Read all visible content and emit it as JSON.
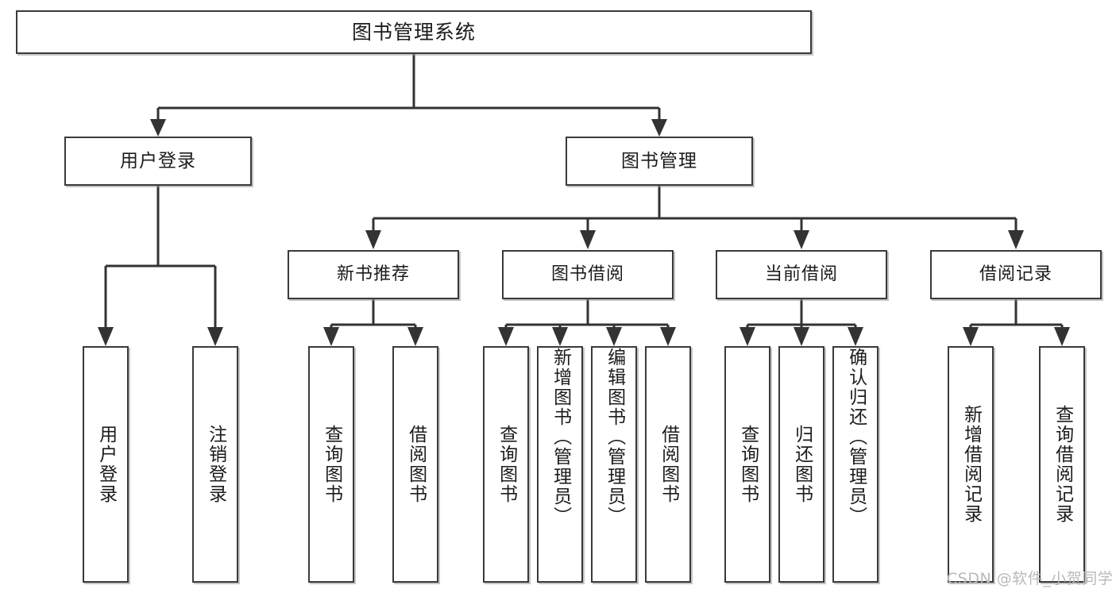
{
  "diagram": {
    "type": "tree-hierarchy",
    "title": "图书管理系统",
    "root": {
      "label": "图书管理系统"
    },
    "level2": [
      {
        "label": "用户登录"
      },
      {
        "label": "图书管理"
      }
    ],
    "level3": [
      {
        "label": "新书推荐"
      },
      {
        "label": "图书借阅"
      },
      {
        "label": "当前借阅"
      },
      {
        "label": "借阅记录"
      }
    ],
    "leaves": {
      "user_login": [
        {
          "label": "用户登录"
        },
        {
          "label": "注销登录"
        }
      ],
      "new_book_recommend": [
        {
          "label": "查询图书"
        },
        {
          "label": "借阅图书"
        }
      ],
      "book_borrow": [
        {
          "label": "查询图书"
        },
        {
          "label": "新增图书（管理员）"
        },
        {
          "label": "编辑图书（管理员）"
        },
        {
          "label": "借阅图书"
        }
      ],
      "current_borrow": [
        {
          "label": "查询图书"
        },
        {
          "label": "归还图书"
        },
        {
          "label": "确认归还（管理员）"
        }
      ],
      "borrow_records": [
        {
          "label": "新增借阅记录"
        },
        {
          "label": "查询借阅记录"
        }
      ]
    }
  },
  "watermark": {
    "text": "CSDN @软件_小贺同学"
  },
  "colors": {
    "box_border": "#3a3a3a",
    "box_fill": "#ffffff",
    "line": "#333333",
    "text": "#1c1c1c",
    "watermark": "#b9b9b9",
    "shadow": "#969696"
  }
}
